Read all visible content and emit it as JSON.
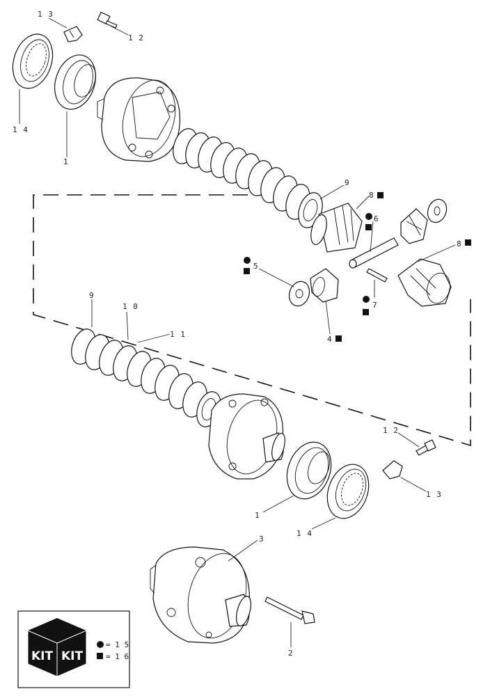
{
  "callouts": {
    "c13_top": "1 3",
    "c12_top": "1 2",
    "c14_left": "1 4",
    "c1_top": "1",
    "c9_top": "9",
    "c8_top": "8",
    "c6": "6",
    "c5": "5",
    "c4": "4",
    "c8_right": "8",
    "c7": "7",
    "c9_mid": "9",
    "c10": "1 0",
    "c11": "1 1",
    "c12_right": "1 2",
    "c13_right": "1 3",
    "c1_bottom": "1",
    "c14_bottom": "1 4",
    "c3": "3",
    "c2": "2"
  },
  "legend": {
    "kit_label_1": "KIT",
    "kit_label_2": "KIT",
    "circle_entry": "= 1 5",
    "square_entry": "= 1 6"
  },
  "icons": {
    "circle_marker": "filled-circle",
    "square_marker": "filled-square",
    "kit_box": "kit-box-icon"
  },
  "colors": {
    "ink": "#111111",
    "paper": "#ffffff"
  }
}
